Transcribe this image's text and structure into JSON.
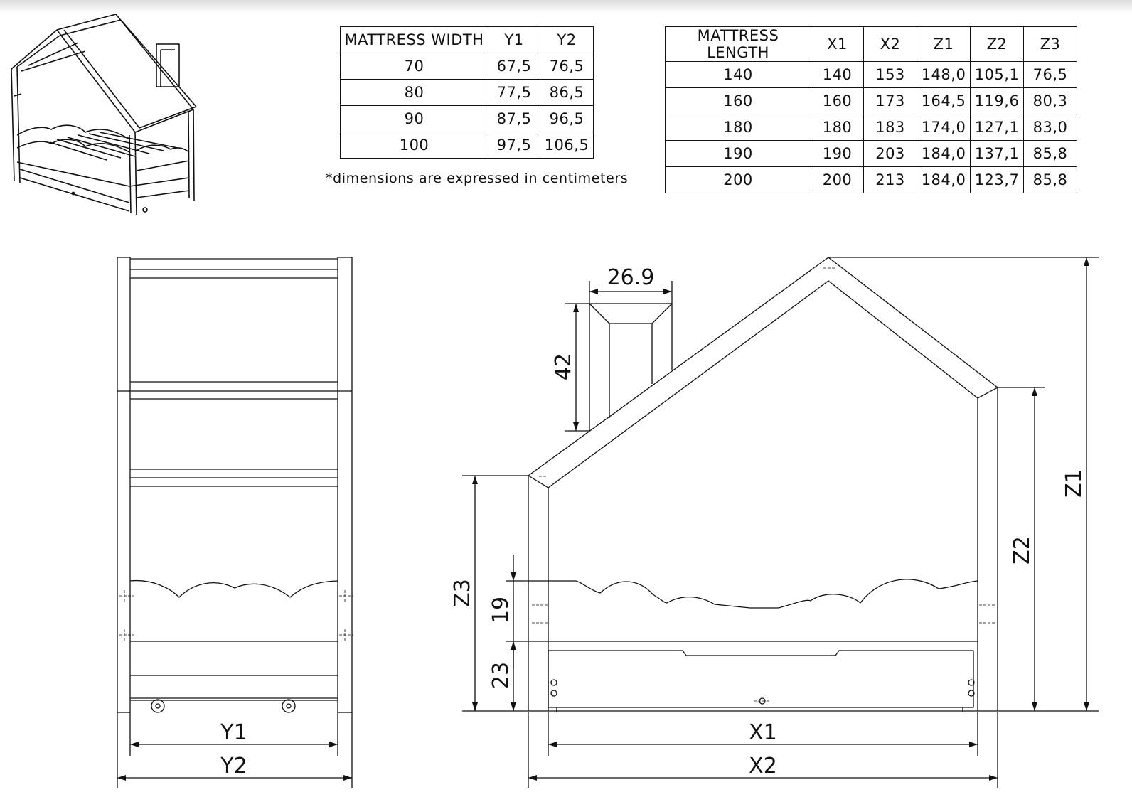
{
  "width_table": {
    "headers": [
      "MATTRESS WIDTH",
      "Y1",
      "Y2"
    ],
    "rows": [
      [
        "70",
        "67,5",
        "76,5"
      ],
      [
        "80",
        "77,5",
        "86,5"
      ],
      [
        "90",
        "87,5",
        "96,5"
      ],
      [
        "100",
        "97,5",
        "106,5"
      ]
    ]
  },
  "note": "*dimensions are expressed in centimeters",
  "length_table": {
    "headers": [
      "MATTRESS LENGTH",
      "X1",
      "X2",
      "Z1",
      "Z2",
      "Z3"
    ],
    "rows": [
      [
        "140",
        "140",
        "153",
        "148,0",
        "105,1",
        "76,5"
      ],
      [
        "160",
        "160",
        "173",
        "164,5",
        "119,6",
        "80,3"
      ],
      [
        "180",
        "180",
        "183",
        "174,0",
        "127,1",
        "83,0"
      ],
      [
        "190",
        "190",
        "203",
        "184,0",
        "137,1",
        "85,8"
      ],
      [
        "200",
        "200",
        "213",
        "184,0",
        "123,7",
        "85,8"
      ]
    ]
  },
  "dimension_labels": {
    "y1": "Y1",
    "y2": "Y2",
    "x1": "X1",
    "x2": "X2",
    "z1": "Z1",
    "z2": "Z2",
    "z3": "Z3",
    "chimney_width": "26.9",
    "chimney_height": "42",
    "rail_height": "19",
    "drawer_height": "23"
  }
}
